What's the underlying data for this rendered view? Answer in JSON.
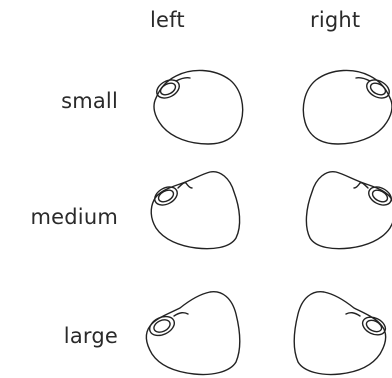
{
  "columns": {
    "left": "left",
    "right": "right"
  },
  "rows": {
    "small": "small",
    "medium": "medium",
    "large": "large"
  },
  "stroke_color": "#222222",
  "text_color": "#2a2a2a"
}
